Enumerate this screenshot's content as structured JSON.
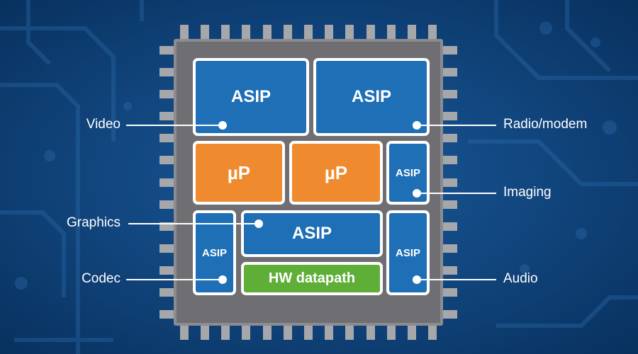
{
  "diagram": {
    "blocks": {
      "asip_top_left": "ASIP",
      "asip_top_right": "ASIP",
      "up_left": "µP",
      "up_right": "µP",
      "asip_imaging": "ASIP",
      "asip_codec": "ASIP",
      "asip_graphics": "ASIP",
      "hw_datapath": "HW datapath",
      "asip_audio": "ASIP"
    },
    "labels": {
      "video": "Video",
      "graphics": "Graphics",
      "codec": "Codec",
      "radio_modem": "Radio/modem",
      "imaging": "Imaging",
      "audio": "Audio"
    }
  },
  "colors": {
    "background": "#0b3f77",
    "chip": "#6f6f73",
    "pins": "#a6a7ab",
    "asip_blue": "#1e6fb6",
    "microprocessor_orange": "#ef8a2f",
    "datapath_green": "#5fae38"
  }
}
